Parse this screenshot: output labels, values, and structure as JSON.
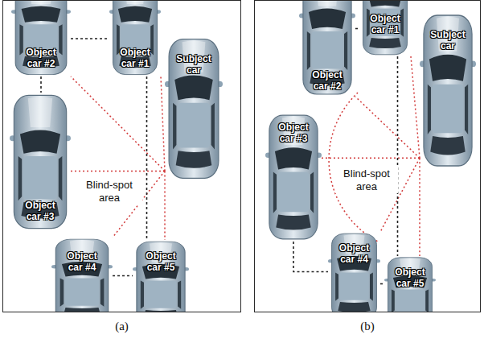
{
  "diagram": {
    "nodes": [
      {
        "text": [
          "(a)"
        ]
      },
      {
        "text": [
          "Object car #2"
        ],
        "in": 0
      },
      {
        "text": [
          "Object car #1"
        ],
        "in": 0
      },
      {
        "text": [
          "Subject car"
        ],
        "in": 0
      },
      {
        "text": [
          "Object car #3"
        ],
        "in": 0
      },
      {
        "text": [
          "Object car #4"
        ],
        "in": 0
      },
      {
        "text": [
          "Object car #5"
        ],
        "in": 0
      },
      {
        "text": [
          "(b)"
        ]
      },
      {
        "text": [
          "Object car #2"
        ],
        "in": 7
      },
      {
        "text": [
          "Object car #1"
        ],
        "in": 7
      },
      {
        "text": [
          "Subject car"
        ],
        "in": 7
      },
      {
        "text": [
          "Object car #3"
        ],
        "in": 7
      },
      {
        "text": [
          "Object car #4"
        ],
        "in": 7
      },
      {
        "text": [
          "Object car #5"
        ],
        "in": 7
      }
    ],
    "edges": [
      {
        "from": 3,
        "to": 2,
        "arrow": "none"
      },
      {
        "from": 3,
        "to": 1,
        "arrow": "none"
      },
      {
        "from": 3,
        "to": 4,
        "arrow": "none"
      },
      {
        "from": 3,
        "to": 5,
        "arrow": "none"
      },
      {
        "from": 3,
        "to": 6,
        "arrow": "none"
      },
      {
        "from": 1,
        "to": 2,
        "arrow": "none"
      },
      {
        "from": 1,
        "to": 4,
        "arrow": "none"
      },
      {
        "from": 5,
        "to": 6,
        "arrow": "none"
      },
      {
        "from": 2,
        "to": 6,
        "arrow": "none"
      },
      {
        "from": 10,
        "to": 9,
        "arrow": "none"
      },
      {
        "from": 10,
        "to": 8,
        "arrow": "none"
      },
      {
        "from": 10,
        "to": 11,
        "arrow": "none"
      },
      {
        "from": 10,
        "to": 12,
        "arrow": "none"
      },
      {
        "from": 10,
        "to": 13,
        "arrow": "none"
      },
      {
        "from": 8,
        "to": 9,
        "arrow": "none"
      },
      {
        "from": 9,
        "to": 13,
        "arrow": "none"
      },
      {
        "from": 12,
        "to": 13,
        "arrow": "none"
      },
      {
        "from": 11,
        "to": 12,
        "arrow": "none"
      }
    ],
    "labels": [
      "Blind-spot area",
      "Blind-spot area"
    ]
  }
}
